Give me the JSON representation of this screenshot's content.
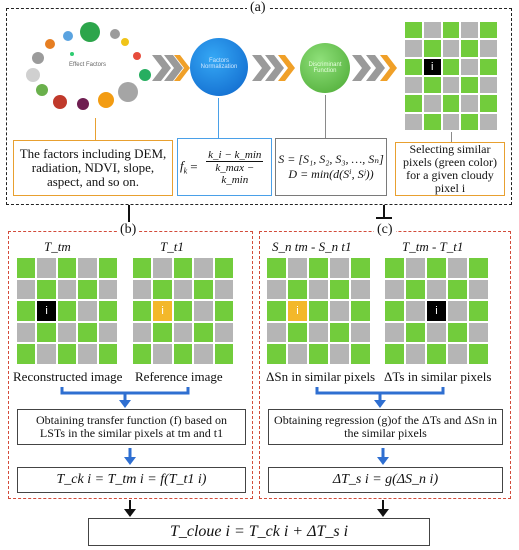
{
  "panel_a": {
    "label": "(a)",
    "effect_factors": "Effect Factors",
    "factors_normalization": "Factors Normalization",
    "discriminant_function": "Discriminant Function",
    "factors_text": "The factors including DEM, radiation, NDVI, slope, aspect, and so on.",
    "norm_formula": "f_k = (k_i − k_min) / (k_max − k_min)",
    "norm_lhs": "f",
    "norm_lhs_sub": "k",
    "norm_num": "k_i − k_min",
    "norm_den": "k_max − k_min",
    "set_formula": "S = [S₁, S₂, S₃, …, Sₙ]",
    "dist_formula": "D = min(d(Sⁱ, Sʲ))",
    "select_text": "Selecting similar pixels (green color) for a given cloudy pixel i",
    "pixel_label": "i"
  },
  "panel_b": {
    "label": "(b)",
    "title_left": "T_tm",
    "title_right": "T_t1",
    "caption_left": "Reconstructed image",
    "caption_right": "Reference image",
    "pixel_label": "i",
    "transfer_text": "Obtaining transfer function (f) based on LSTs in the similar pixels at tm and t1",
    "transfer_formula": "T_ck i = T_tm i = f(T_t1 i)"
  },
  "panel_c": {
    "label": "(c)",
    "title_left": "S_n tm - S_n t1",
    "title_right": "T_tm - T_t1",
    "caption_left": "ΔSn in similar pixels",
    "caption_right": "ΔTs in similar pixels",
    "pixel_label": "i",
    "regression_text": "Obtaining regression (g)of the ΔTs and ΔSn in the similar pixels",
    "regression_formula": "ΔT_s i = g(ΔS_n i)"
  },
  "final_formula": "T_cloue i = T_ck i + ΔT_s i",
  "colors": {
    "green": "#72cc3c",
    "gray": "#b5b5b5",
    "yellow": "#f3b82a",
    "arrow_blue": "#2f6fd1",
    "red_dash": "#d24b3a"
  }
}
